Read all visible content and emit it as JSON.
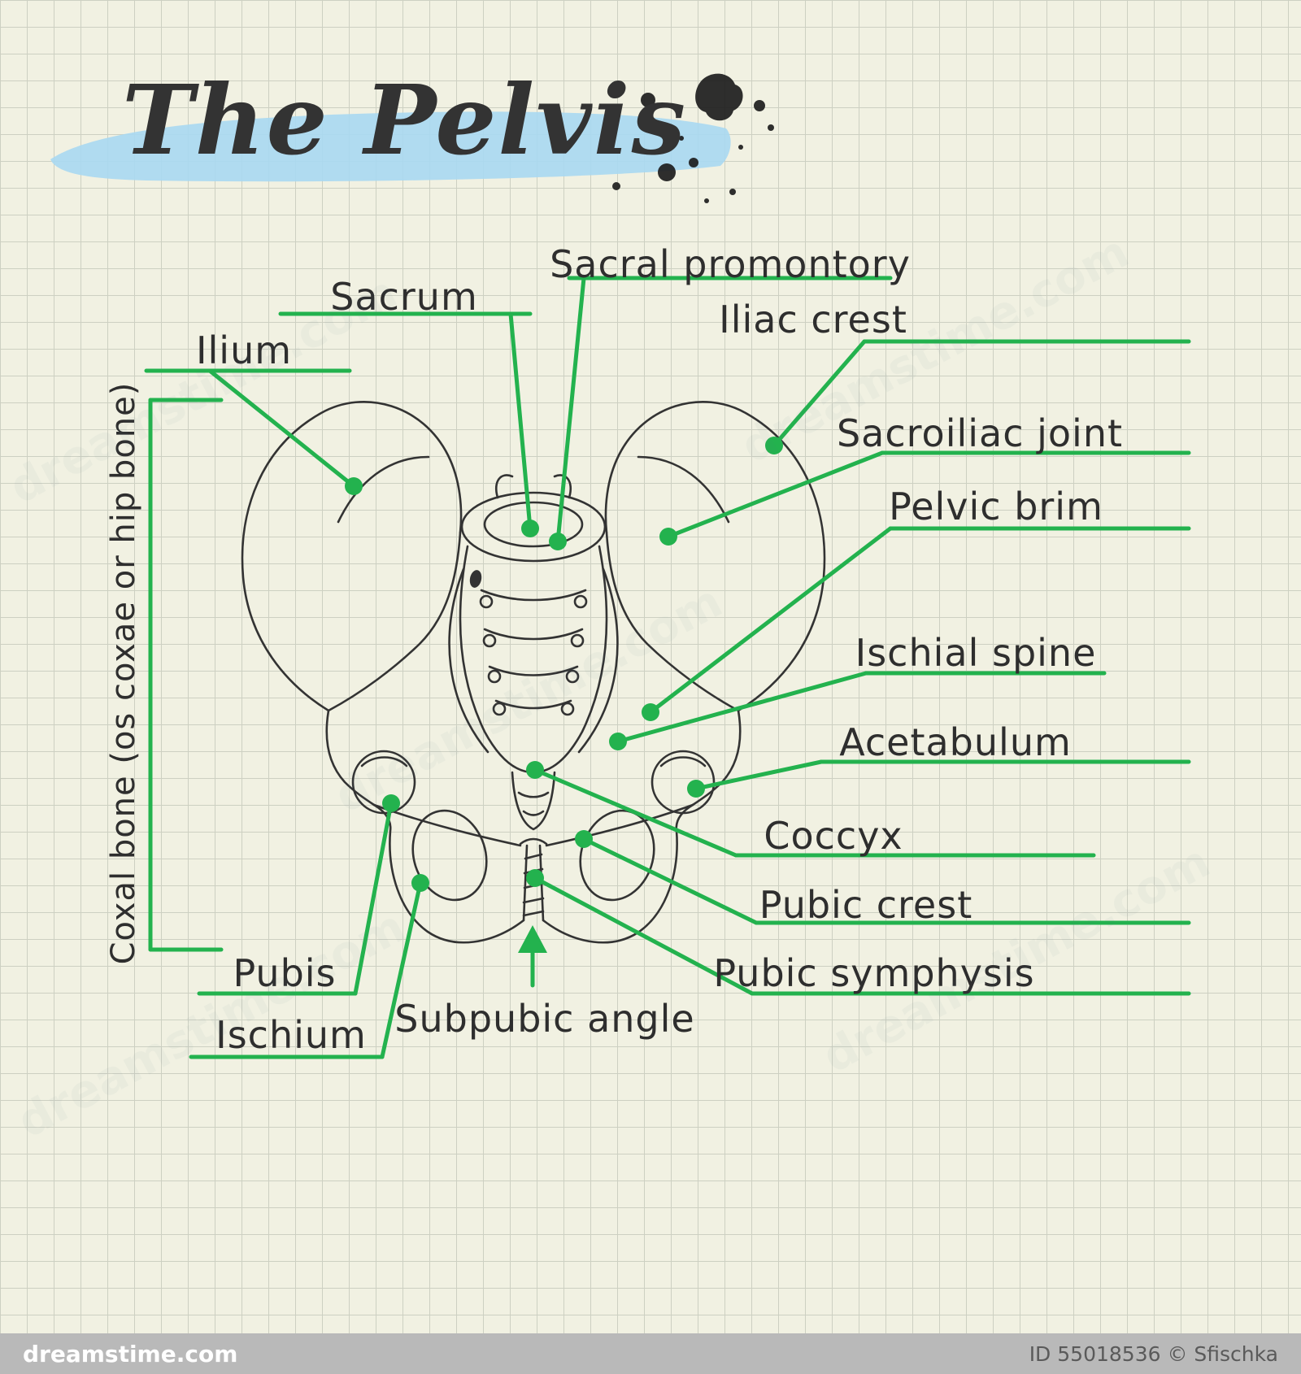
{
  "title": "The Pelvis",
  "labels": {
    "sacral_promontory": "Sacral promontory",
    "iliac_crest": "Iliac crest",
    "sacrum": "Sacrum",
    "ilium": "Ilium",
    "sacroiliac_joint": "Sacroiliac joint",
    "pelvic_brim": "Pelvic brim",
    "ischial_spine": "Ischial spine",
    "acetabulum": "Acetabulum",
    "coccyx": "Coccyx",
    "pubic_crest": "Pubic crest",
    "pubic_symphysis": "Pubic symphysis",
    "pubis": "Pubis",
    "ischium": "Ischium",
    "subpubic_angle": "Subpubic angle",
    "coxal_bone": "Coxal bone (os coxae or hip bone)"
  },
  "colors": {
    "leader_line": "#23b24e",
    "title_highlight": "#a9d8f2",
    "ink": "#333333",
    "paper": "#f1f1e2",
    "grid": "#cdd0c2"
  },
  "watermark": {
    "site": "dreamstime.com",
    "id_text": "ID 55018536 © Sfischka"
  }
}
